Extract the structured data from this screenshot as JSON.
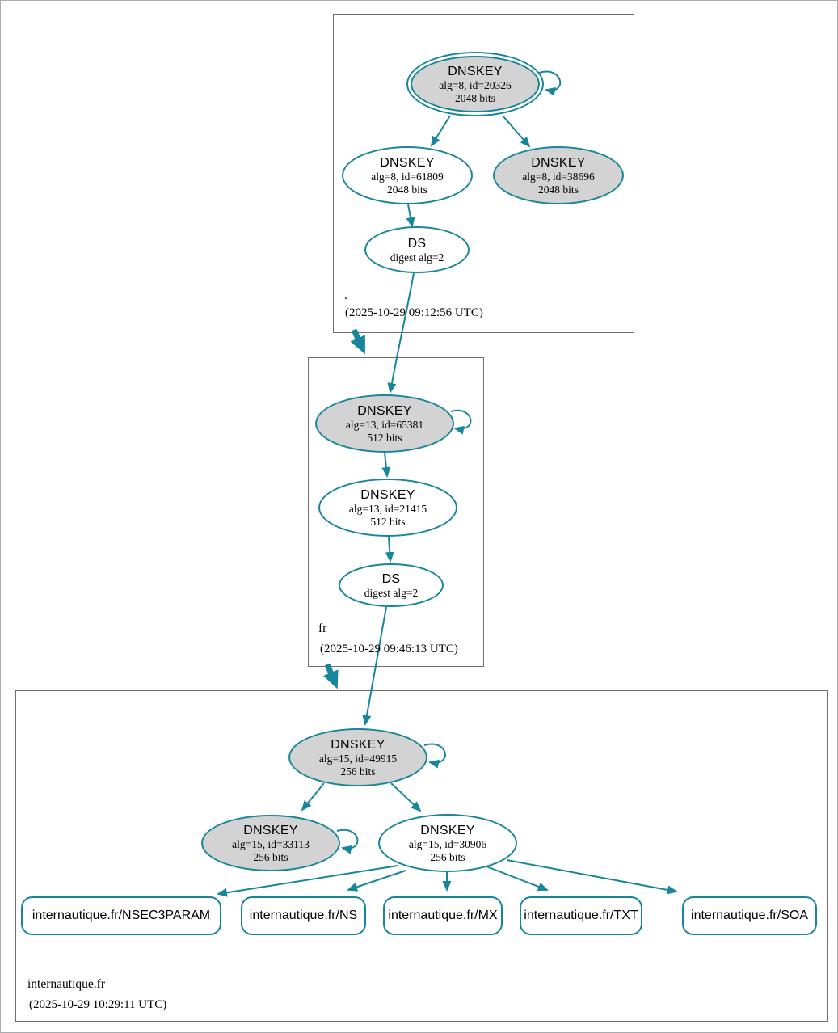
{
  "zones": {
    "root": {
      "label": ".",
      "timestamp": "(2025-10-29 09:12:56 UTC)",
      "ksk": {
        "title": "DNSKEY",
        "detail": "alg=8, id=20326",
        "bits": "2048 bits"
      },
      "zsk": {
        "title": "DNSKEY",
        "detail": "alg=8, id=61809",
        "bits": "2048 bits"
      },
      "standby": {
        "title": "DNSKEY",
        "detail": "alg=8, id=38696",
        "bits": "2048 bits"
      },
      "ds": {
        "title": "DS",
        "detail": "digest alg=2"
      }
    },
    "fr": {
      "label": "fr",
      "timestamp": "(2025-10-29 09:46:13 UTC)",
      "ksk": {
        "title": "DNSKEY",
        "detail": "alg=13, id=65381",
        "bits": "512 bits"
      },
      "zsk": {
        "title": "DNSKEY",
        "detail": "alg=13, id=21415",
        "bits": "512 bits"
      },
      "ds": {
        "title": "DS",
        "detail": "digest alg=2"
      }
    },
    "internautique": {
      "label": "internautique.fr",
      "timestamp": "(2025-10-29 10:29:11 UTC)",
      "ksk": {
        "title": "DNSKEY",
        "detail": "alg=15, id=49915",
        "bits": "256 bits"
      },
      "key2": {
        "title": "DNSKEY",
        "detail": "alg=15, id=33113",
        "bits": "256 bits"
      },
      "zsk": {
        "title": "DNSKEY",
        "detail": "alg=15, id=30906",
        "bits": "256 bits"
      },
      "rrsets": [
        {
          "label": "internautique.fr/NSEC3PARAM"
        },
        {
          "label": "internautique.fr/NS"
        },
        {
          "label": "internautique.fr/MX"
        },
        {
          "label": "internautique.fr/TXT"
        },
        {
          "label": "internautique.fr/SOA"
        }
      ]
    }
  },
  "colors": {
    "edge": "#17869a",
    "ksk_fill": "#d3d3d3",
    "zsk_fill": "#ffffff",
    "box_border": "#6e6e6e"
  }
}
